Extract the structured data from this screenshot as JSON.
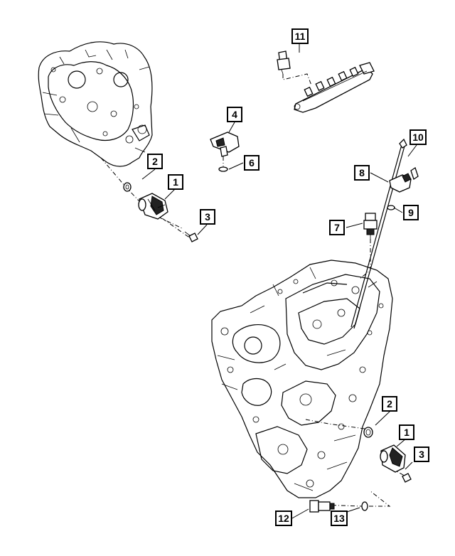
{
  "callouts": {
    "c11": "11",
    "c4": "4",
    "c6": "6",
    "c2_top": "2",
    "c1_top": "1",
    "c3_top": "3",
    "c10": "10",
    "c8": "8",
    "c9": "9",
    "c7": "7",
    "c2_bottom": "2",
    "c1_bottom": "1",
    "c3_bottom": "3",
    "c12": "12",
    "c13": "13"
  }
}
